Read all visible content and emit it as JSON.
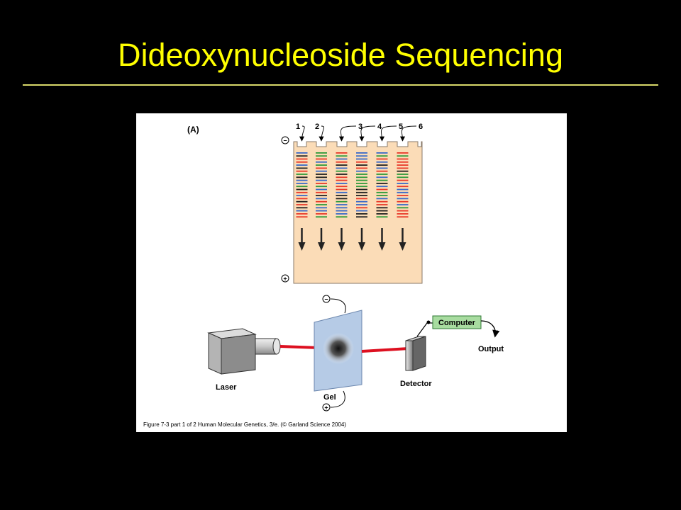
{
  "slide": {
    "title": "Dideoxynucleoside Sequencing",
    "title_color": "#ffff00",
    "background": "#000000"
  },
  "figure": {
    "panel_label": "(A)",
    "lane_labels": [
      "1",
      "2",
      "3",
      "4",
      "5",
      "6"
    ],
    "gel_minus_symbol": "−",
    "gel_plus_symbol": "+",
    "laser_label": "Laser",
    "gel_label": "Gel",
    "detector_label": "Detector",
    "computer_label": "Computer",
    "output_label": "Output",
    "caption": "Figure 7-3  part 1 of 2  Human Molecular Genetics, 3/e.  (© Garland Science 2004)",
    "colors": {
      "gel": "#fbdcb7",
      "laser_beam": "#dd1020",
      "computer_box": "#a8dca0",
      "gel_plate": "#b6cbe6",
      "band_red": "#e83a2a",
      "band_blue": "#3a6ac8",
      "band_green": "#2f9a3a",
      "band_black": "#222222"
    }
  }
}
